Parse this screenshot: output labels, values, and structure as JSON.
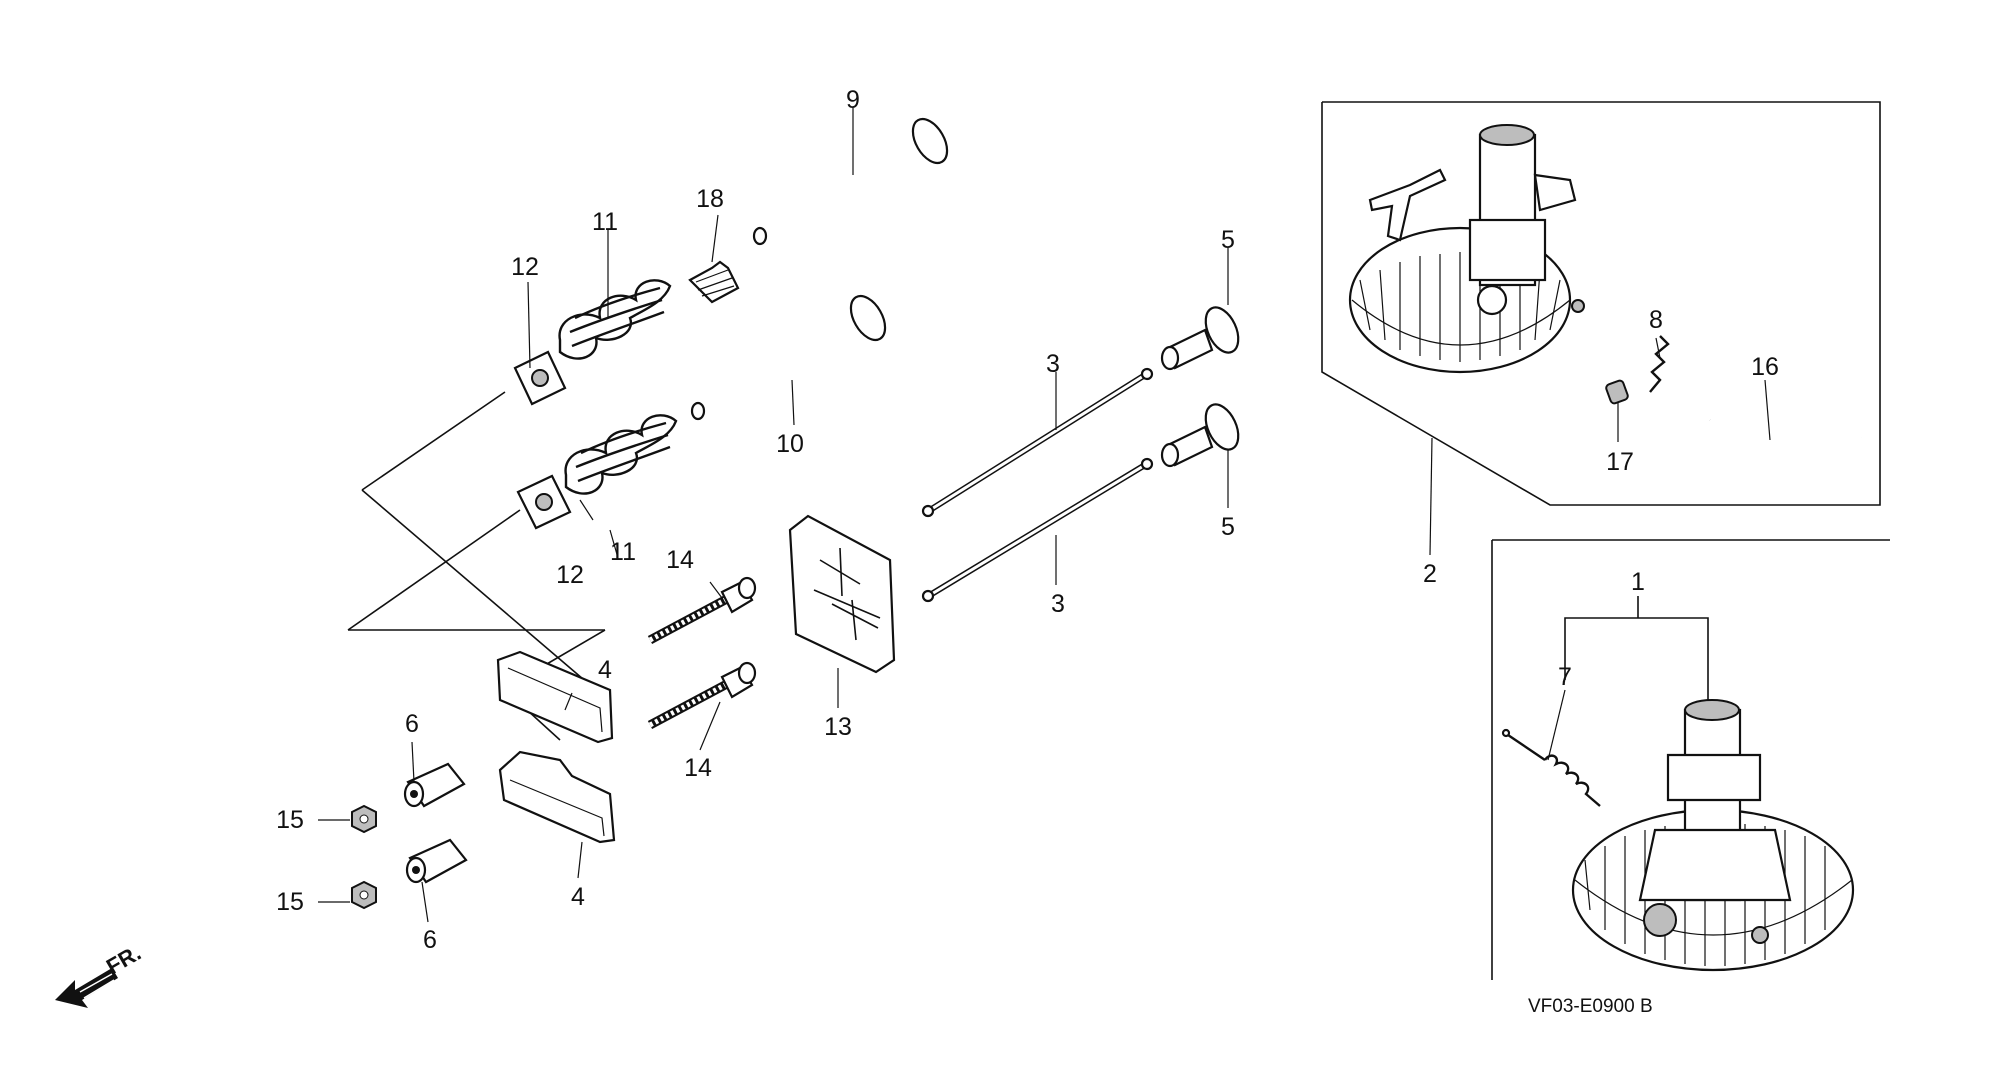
{
  "diagram": {
    "drawing_code": "VF03-E0900 B",
    "front_indicator": "FR.",
    "callouts": {
      "c1": "1",
      "c2": "2",
      "c3a": "3",
      "c3b": "3",
      "c4a": "4",
      "c4b": "4",
      "c5a": "5",
      "c5b": "5",
      "c6a": "6",
      "c6b": "6",
      "c7": "7",
      "c8": "8",
      "c9": "9",
      "c10": "10",
      "c11a": "11",
      "c11b": "11",
      "c12a": "12",
      "c12b": "12",
      "c13": "13",
      "c14a": "14",
      "c14b": "14",
      "c15a": "15",
      "c15b": "15",
      "c16": "16",
      "c17": "17",
      "c18": "18"
    }
  }
}
